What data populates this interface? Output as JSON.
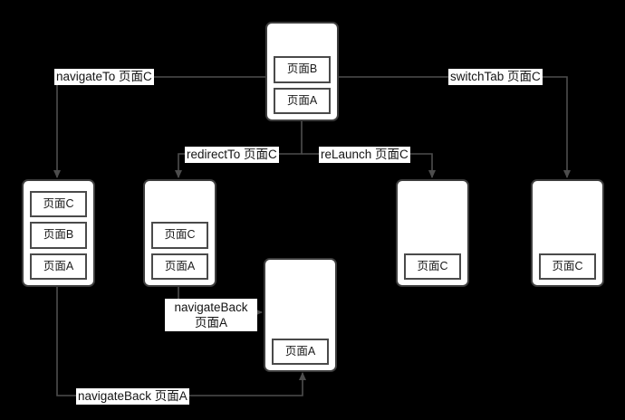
{
  "diagram": {
    "title": "miniprogram-route-navigation-flow",
    "background_color": "#000000",
    "box_fill": "#ffffff",
    "box_border": "#3d3d3d",
    "edge_color": "#4d4d4d",
    "label_fill": "#ffffff",
    "text_color": "#141414"
  },
  "stacks": [
    {
      "id": "stack-top",
      "pages": [
        "页面B",
        "页面A"
      ]
    },
    {
      "id": "stack-navigate-to",
      "pages": [
        "页面C",
        "页面B",
        "页面A"
      ]
    },
    {
      "id": "stack-redirect-to",
      "pages": [
        "页面C",
        "页面A"
      ]
    },
    {
      "id": "stack-navigate-back",
      "pages": [
        "页面A"
      ]
    },
    {
      "id": "stack-relaunch",
      "pages": [
        "页面C"
      ]
    },
    {
      "id": "stack-switch-tab",
      "pages": [
        "页面C"
      ]
    }
  ],
  "edges": [
    {
      "id": "edge-navigate-to",
      "label": "navigateTo 页面C"
    },
    {
      "id": "edge-switch-tab",
      "label": "switchTab 页面C"
    },
    {
      "id": "edge-redirect-to",
      "label": "redirectTo 页面C"
    },
    {
      "id": "edge-relaunch",
      "label": "reLaunch 页面C"
    },
    {
      "id": "edge-navigate-back-mid",
      "label_line1": "navigateBack",
      "label_line2": "页面A"
    },
    {
      "id": "edge-navigate-back-bottom",
      "label": "navigateBack 页面A"
    }
  ]
}
